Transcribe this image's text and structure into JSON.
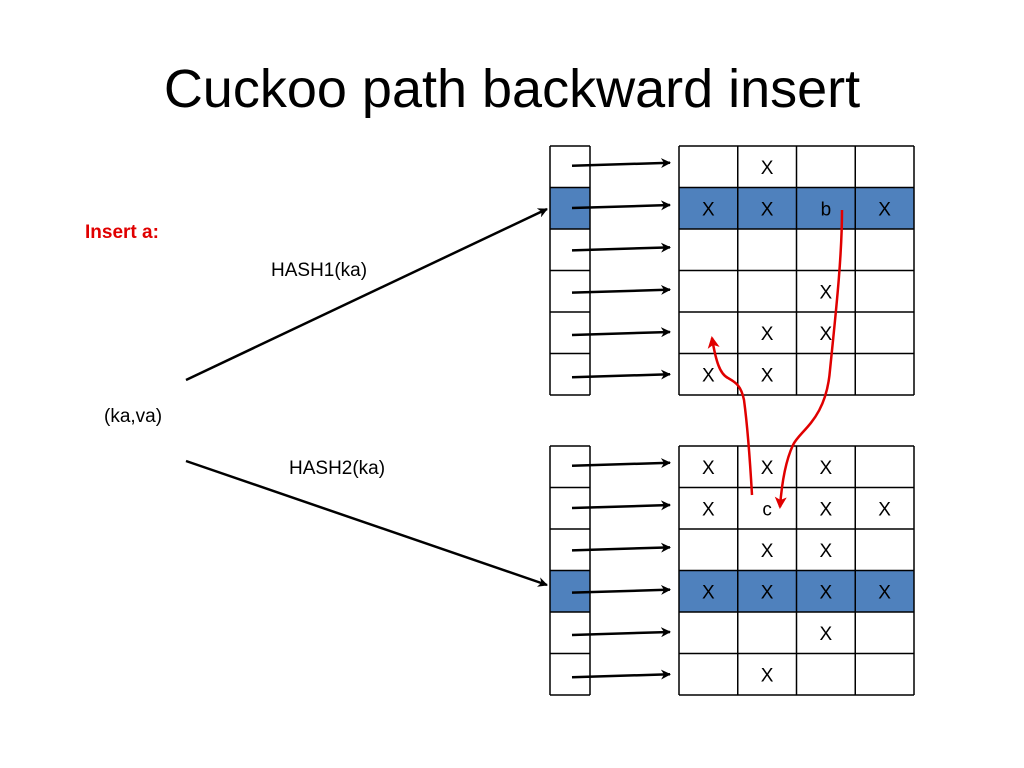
{
  "title": "Cuckoo path backward insert",
  "insert_label": "Insert a:",
  "hash1_label": "HASH1(ka)",
  "hash2_label": "HASH2(ka)",
  "key_value_label": "(ka,va)",
  "colors": {
    "highlight": "#4f81bd",
    "path_arrow": "#e00000",
    "insert_label": "#e00000",
    "line": "#000000"
  },
  "tables": [
    {
      "name": "table-1",
      "highlighted_row": 1,
      "rows": [
        [
          "",
          "X",
          "",
          ""
        ],
        [
          "X",
          "X",
          "b",
          "X"
        ],
        [
          "",
          "",
          "",
          ""
        ],
        [
          "",
          "",
          "X",
          ""
        ],
        [
          "",
          "X",
          "X",
          ""
        ],
        [
          "X",
          "X",
          "",
          ""
        ]
      ]
    },
    {
      "name": "table-2",
      "highlighted_row": 3,
      "rows": [
        [
          "X",
          "X",
          "X",
          ""
        ],
        [
          "X",
          "c",
          "X",
          "X"
        ],
        [
          "",
          "X",
          "X",
          ""
        ],
        [
          "X",
          "X",
          "X",
          "X"
        ],
        [
          "",
          "",
          "X",
          ""
        ],
        [
          "",
          "X",
          "",
          ""
        ]
      ]
    }
  ]
}
